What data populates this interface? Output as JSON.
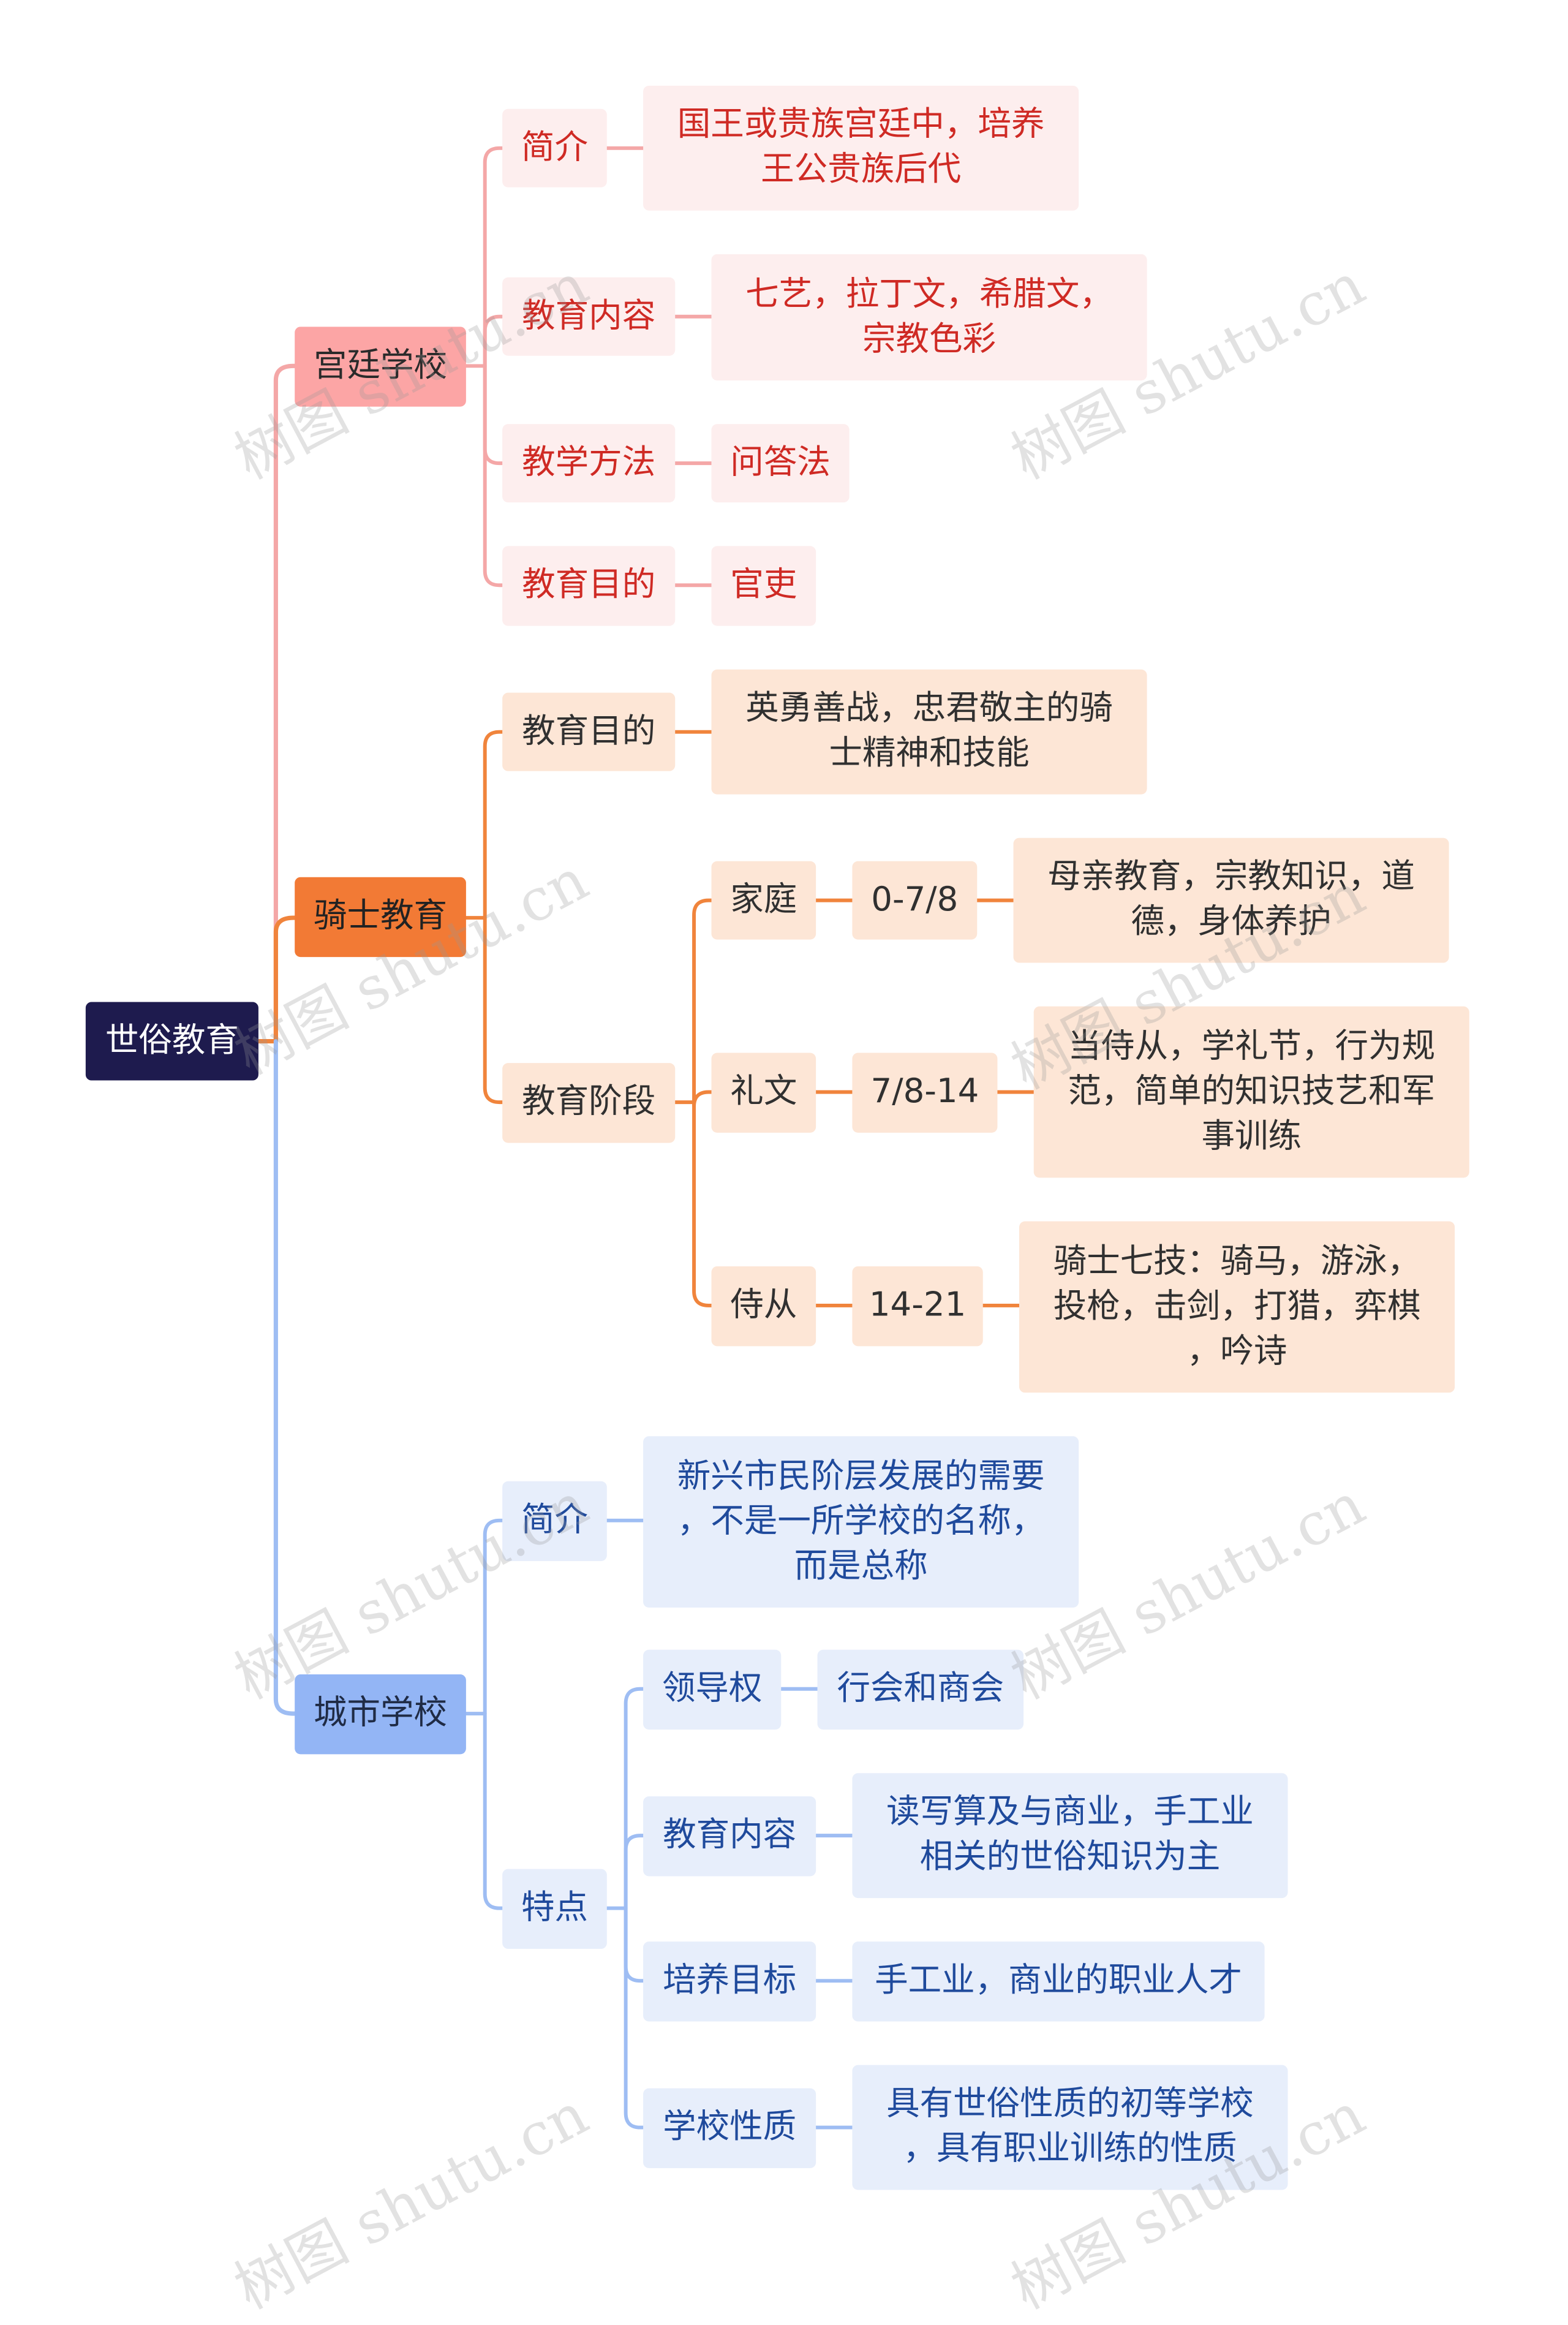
{
  "root": {
    "label": "世俗教育"
  },
  "branches": [
    {
      "label": "宫廷学校",
      "children": [
        {
          "label": "简介",
          "detail": "国王或贵族宫廷中，培养\n王公贵族后代"
        },
        {
          "label": "教育内容",
          "detail": "七艺，拉丁文，希腊文，\n宗教色彩"
        },
        {
          "label": "教学方法",
          "detail": "问答法"
        },
        {
          "label": "教育目的",
          "detail": "官吏"
        }
      ]
    },
    {
      "label": "骑士教育",
      "children": [
        {
          "label": "教育目的",
          "detail": "英勇善战，忠君敬主的骑\n士精神和技能"
        },
        {
          "label": "教育阶段",
          "stages": [
            {
              "label": "家庭",
              "age": "0-7/8",
              "detail": "母亲教育，宗教知识，道\n德，身体养护"
            },
            {
              "label": "礼文",
              "age": "7/8-14",
              "detail": "当侍从，学礼节，行为规\n范，简单的知识技艺和军\n事训练"
            },
            {
              "label": "侍从",
              "age": "14-21",
              "detail": "骑士七技：骑马，游泳，\n投枪，击剑，打猎，弈棋\n，吟诗"
            }
          ]
        }
      ]
    },
    {
      "label": "城市学校",
      "children": [
        {
          "label": "简介",
          "detail": "新兴市民阶层发展的需要\n，不是一所学校的名称，\n而是总称"
        },
        {
          "label": "特点",
          "features": [
            {
              "label": "领导权",
              "detail": "行会和商会"
            },
            {
              "label": "教育内容",
              "detail": "读写算及与商业，手工业\n相关的世俗知识为主"
            },
            {
              "label": "培养目标",
              "detail": "手工业，商业的职业人才"
            },
            {
              "label": "学校性质",
              "detail": "具有世俗性质的初等学校\n，具有职业训练的性质"
            }
          ]
        }
      ]
    }
  ],
  "watermark": "树图 shutu.cn",
  "colors": {
    "root": "#1e1b4e",
    "branch1": "#fca5a5",
    "branch2": "#f27a35",
    "branch3": "#93b5f5",
    "line1": "#f4a7a7",
    "line2": "#f0843c",
    "line3": "#9ebdf3"
  }
}
